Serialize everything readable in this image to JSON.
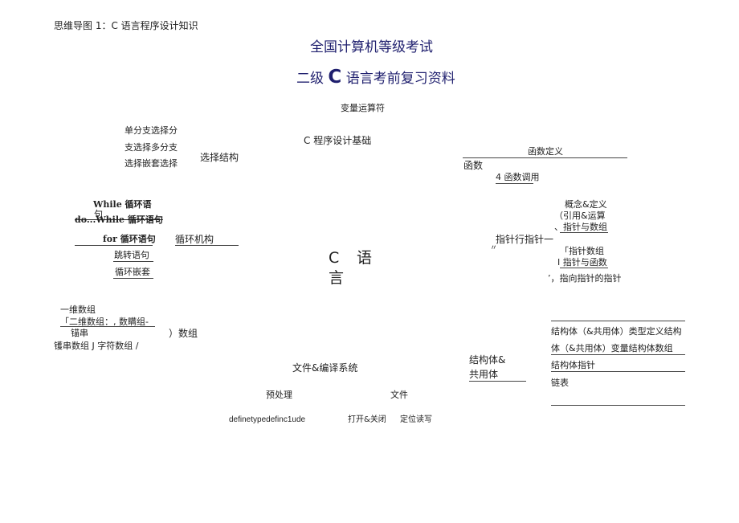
{
  "header": {
    "caption": "思维导图 1：C 语言程序设计知识"
  },
  "title": {
    "line1": "全国计算机等级考试",
    "line2_pre": "二级",
    "line2_c": "C",
    "line2_post": "语言考前复习资料"
  },
  "center": {
    "c_letter": "C",
    "yu": "语",
    "yan": "言"
  },
  "top": {
    "operators": "变量运算符",
    "basics": "C 程序设计基础"
  },
  "selection": {
    "label": "选择结构",
    "items": [
      "单分支选择分",
      "支选择多分支",
      "选择嵌套选择"
    ]
  },
  "loop": {
    "label": "循环机构",
    "while_1": "While 循环语",
    "while_2": "句",
    "dowhile": "do...While 循环语句",
    "for": "for 循环语句",
    "jump": "跳转语句",
    "nested": "循环嵌套"
  },
  "arrays": {
    "one_dim": "一维数组",
    "two_dim": "「二维数组：, 数瞒组-",
    "anchor": "锚串",
    "label": "）数组",
    "chars": "镬串数组 J 字符数组 /"
  },
  "files": {
    "label": "文件&编译系统",
    "preprocess": "预处理",
    "file": "文件",
    "directives": "definetypedefinc1ude",
    "open_close": "打开&关闭",
    "position": "定位读写"
  },
  "functions": {
    "definition": "函数定义",
    "label": "函数",
    "call": "4 函数调用"
  },
  "pointers": {
    "concept": "概念&定义",
    "ref": "（引用&运算",
    "pa": "、指针与数组",
    "label": "指针行指针一",
    "mark": "〃",
    "parray": "「指针数组",
    "pfunc": "I 指针与函数",
    "ptp": "’，指向指针的指针"
  },
  "structs": {
    "label1": "结构体&",
    "label2": "共用体",
    "type_def": "结构体（&共用体）类型定义结构",
    "var_def": "体（&共用体）变量结构体数组",
    "ptr": "结构体指针",
    "list": "链表"
  }
}
